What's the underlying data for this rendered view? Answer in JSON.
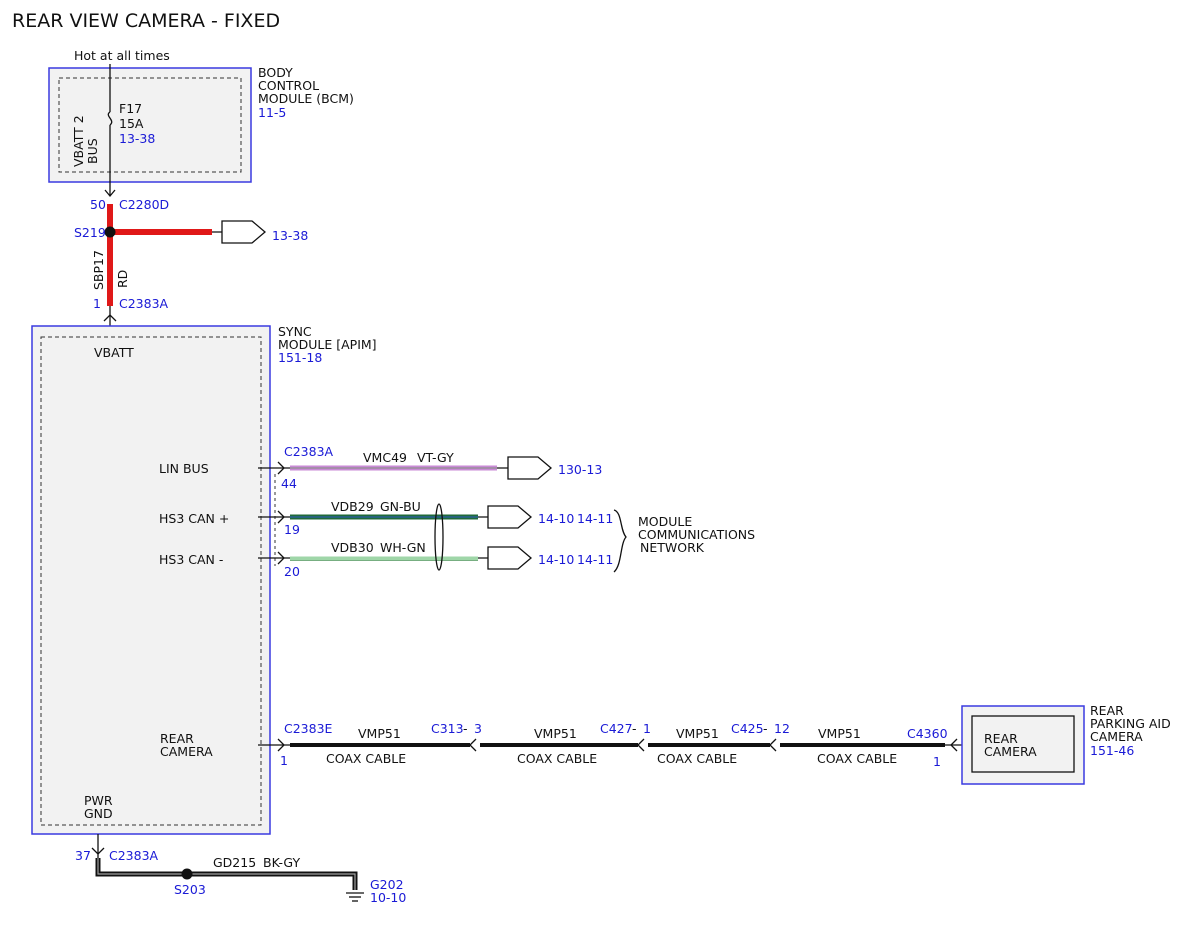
{
  "title": "REAR VIEW CAMERA - FIXED",
  "colors": {
    "ref_blue": "#1a1ad6",
    "module_border": "#3a3ae0",
    "wire_red": "#e01818",
    "wire_violet": "#c98ad6",
    "wire_green": "#1f6a3a",
    "wire_white_green": "#9fd6a8",
    "wire_black": "#111111"
  },
  "bcm": {
    "hot_label": "Hot at all times",
    "name_lines": [
      "BODY",
      "CONTROL",
      "MODULE (BCM)"
    ],
    "ref": "11-5",
    "fuse_name": "F17",
    "fuse_rating": "15A",
    "fuse_ref": "13-38",
    "bus_line1": "VBATT 2",
    "bus_line2": "BUS"
  },
  "power_circuit": {
    "pin_top": "50",
    "connector_top": "C2280D",
    "splice": "S219",
    "branch_ref": "13-38",
    "circuit": "SBP17",
    "color": "RD",
    "pin_bottom": "1",
    "connector_bottom": "C2383A"
  },
  "sync": {
    "name_lines": [
      "SYNC",
      "MODULE [APIM]"
    ],
    "ref": "151-18",
    "vbatt_label": "VBATT",
    "lin_label": "LIN BUS",
    "can_plus_label": "HS3 CAN +",
    "can_minus_label": "HS3 CAN -",
    "rear_cam_line1": "REAR",
    "rear_cam_line2": "CAMERA",
    "pwr_line1": "PWR",
    "pwr_line2": "GND"
  },
  "network": {
    "connector": "C2383A",
    "lin": {
      "pin": "44",
      "circuit": "VMC49",
      "color": "VT-GY",
      "ref": "130-13"
    },
    "can_plus": {
      "pin": "19",
      "circuit": "VDB29",
      "color": "GN-BU",
      "ref1": "14-10",
      "ref2": "14-11"
    },
    "can_minus": {
      "pin": "20",
      "circuit": "VDB30",
      "color": "WH-GN",
      "ref1": "14-10",
      "ref2": "14-11"
    },
    "group_label_lines": [
      "MODULE",
      "COMMUNICATIONS",
      "NETWORK"
    ]
  },
  "camera_path": {
    "start_connector": "C2383E",
    "start_pin": "1",
    "segments": [
      {
        "circuit": "VMP51",
        "cable": "COAX CABLE"
      },
      {
        "circuit": "VMP51",
        "cable": "COAX CABLE"
      },
      {
        "circuit": "VMP51",
        "cable": "COAX CABLE"
      },
      {
        "circuit": "VMP51",
        "cable": "COAX CABLE"
      }
    ],
    "inline_connectors": [
      {
        "name": "C313",
        "dash": "-",
        "pin": "3"
      },
      {
        "name": "C427",
        "dash": "-",
        "pin": "1"
      },
      {
        "name": "C425",
        "dash": "-",
        "pin": "12"
      }
    ],
    "end_connector": "C4360",
    "end_pin": "1"
  },
  "camera_module": {
    "inner_line1": "REAR",
    "inner_line2": "CAMERA",
    "name_lines": [
      "REAR",
      "PARKING AID",
      "CAMERA"
    ],
    "ref": "151-46"
  },
  "ground": {
    "pin": "37",
    "connector": "C2383A",
    "circuit": "GD215",
    "color": "BK-GY",
    "splice": "S203",
    "ground_point": "G202",
    "ground_ref": "10-10"
  }
}
